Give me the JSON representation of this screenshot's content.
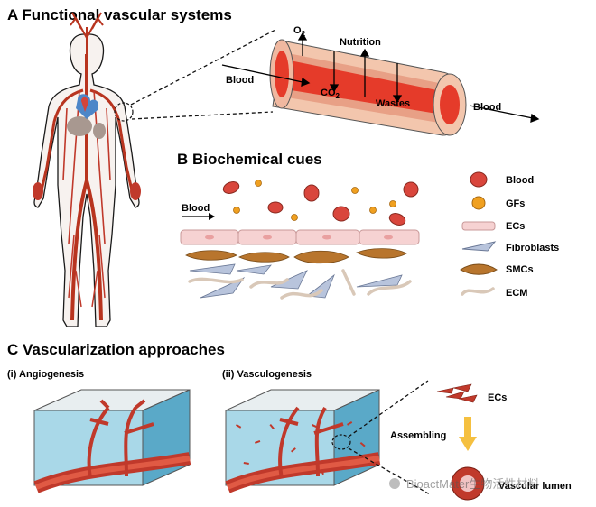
{
  "section_a": {
    "title": "A Functional vascular systems",
    "o2": "O",
    "o2_sub": "2",
    "co2": "CO",
    "co2_sub": "2",
    "nutrition": "Nutrition",
    "wastes": "Wastes",
    "blood_in": "Blood",
    "blood_out": "Blood"
  },
  "section_b": {
    "title": "B Biochemical cues",
    "blood_flow": "Blood",
    "legend": [
      {
        "label": "Blood",
        "icon": "red-blood-cell-icon"
      },
      {
        "label": "GFs",
        "icon": "growth-factor-icon"
      },
      {
        "label": "ECs",
        "icon": "endothelial-cell-icon"
      },
      {
        "label": "Fibroblasts",
        "icon": "fibroblast-icon"
      },
      {
        "label": "SMCs",
        "icon": "smooth-muscle-cell-icon"
      },
      {
        "label": "ECM",
        "icon": "ecm-fiber-icon"
      }
    ]
  },
  "section_c": {
    "title": "C Vascularization approaches",
    "angiogenesis": "(i) Angiogenesis",
    "vasculogenesis": "(ii) Vasculogenesis",
    "ecs": "ECs",
    "assembling": "Assembling",
    "vascular_lumen": "Vascular lumen"
  },
  "watermark": "BioactMater生物活性材料",
  "colors": {
    "vessel_red": "#c0392b",
    "vessel_pink": "#f4c3a8",
    "lumen_red": "#e53b2a",
    "ec_pink": "#f6d2d2",
    "gf_orange": "#f0a020",
    "smc_brown": "#b8752d",
    "fibro_blue": "#b8c4dc",
    "cube_blue": "#a9d8e8",
    "arrow_yellow": "#f5c040"
  }
}
